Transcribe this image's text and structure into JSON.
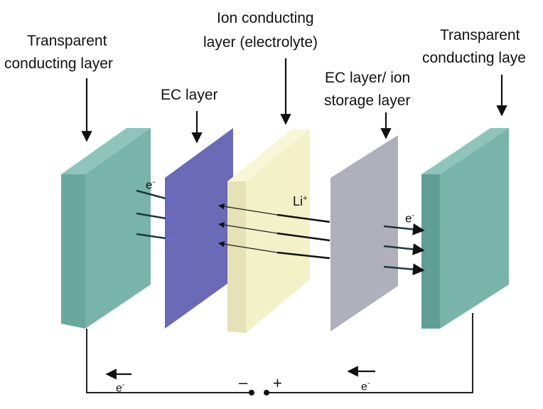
{
  "labels": {
    "left_transparent_line1": "Transparent",
    "left_transparent_line2": "conducting  layer",
    "ec_layer": "EC layer",
    "ion_line1": "Ion conducting",
    "ion_line2": "layer (electrolyte)",
    "ec_storage_line1": "EC layer/ ion",
    "ec_storage_line2": "storage layer",
    "right_transparent_line1": "Transparent",
    "right_transparent_line2": "conducting  laye"
  },
  "symbols": {
    "electron": "e",
    "electron_charge": "-",
    "lithium_ion": "Li",
    "lithium_charge": "+",
    "minus_terminal": "–",
    "plus_terminal": "+"
  },
  "colors": {
    "transparent_layer_front": "#78b4aa",
    "transparent_layer_side": "#5f9e95",
    "transparent_layer_top": "#8ec4ba",
    "ec_layer": "#6a6ab6",
    "electrolyte_front": "#f2f1c8",
    "electrolyte_side": "#e2e0b2",
    "storage_layer": "#b0b0bc",
    "wire": "#222222"
  }
}
